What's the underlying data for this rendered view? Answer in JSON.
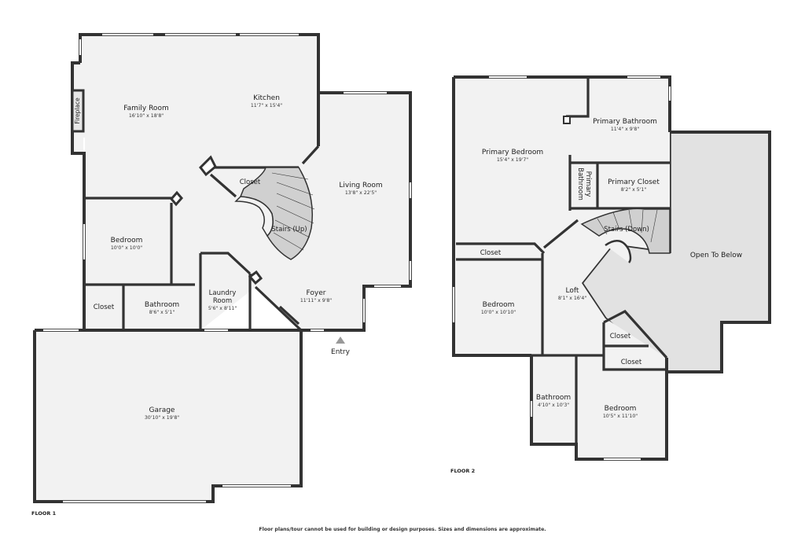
{
  "floor1": {
    "label": "FLOOR 1",
    "rooms": {
      "family_room": {
        "name": "Family Room",
        "dims": "16'10\" x 18'8\""
      },
      "kitchen": {
        "name": "Kitchen",
        "dims": "11'7\" x 15'4\""
      },
      "fireplace": {
        "name": "Fireplace"
      },
      "closet_main": {
        "name": "Closet"
      },
      "living_room": {
        "name": "Living Room",
        "dims": "13'8\" x 22'5\""
      },
      "stairs_up": {
        "name": "Stairs (Up)"
      },
      "bedroom": {
        "name": "Bedroom",
        "dims": "10'0\" x 10'0\""
      },
      "closet_small": {
        "name": "Closet"
      },
      "bathroom": {
        "name": "Bathroom",
        "dims": "8'6\" x 5'1\""
      },
      "laundry": {
        "name": "Laundry Room",
        "name_line1": "Laundry",
        "name_line2": "Room",
        "dims": "5'6\" x 8'11\""
      },
      "foyer": {
        "name": "Foyer",
        "dims": "11'11\" x 9'8\""
      },
      "garage": {
        "name": "Garage",
        "dims": "30'10\" x 19'8\""
      }
    },
    "entry_label": "Entry"
  },
  "floor2": {
    "label": "FLOOR 2",
    "rooms": {
      "primary_bedroom": {
        "name": "Primary Bedroom",
        "dims": "15'4\" x 19'7\""
      },
      "primary_bathroom": {
        "name": "Primary Bathroom",
        "dims": "11'4\" x 9'8\""
      },
      "primary_bathroom_small": {
        "name_line1": "Primary",
        "name_line2": "Bathroom"
      },
      "primary_closet": {
        "name": "Primary Closet",
        "dims": "8'2\" x 5'1\""
      },
      "stairs_down": {
        "name": "Stairs (Down)"
      },
      "open_to_below": {
        "name": "Open To Below"
      },
      "closet_top": {
        "name": "Closet"
      },
      "bedroom_left": {
        "name": "Bedroom",
        "dims": "10'0\" x 10'10\""
      },
      "loft": {
        "name": "Loft",
        "dims": "8'1\" x 16'4\""
      },
      "closet_diag": {
        "name": "Closet"
      },
      "closet_bottom": {
        "name": "Closet"
      },
      "bathroom": {
        "name": "Bathroom",
        "dims": "4'10\" x 10'3\""
      },
      "bedroom_right": {
        "name": "Bedroom",
        "dims": "10'5\" x 11'10\""
      }
    }
  },
  "disclaimer": "Floor plans/tour cannot be used for building or design purposes. Sizes and dimensions are approximate.",
  "colors": {
    "wall": "#333333",
    "floor": "#f2f2f2",
    "open_area": "#e2e2e2",
    "stairs": "#d0d0d0"
  }
}
